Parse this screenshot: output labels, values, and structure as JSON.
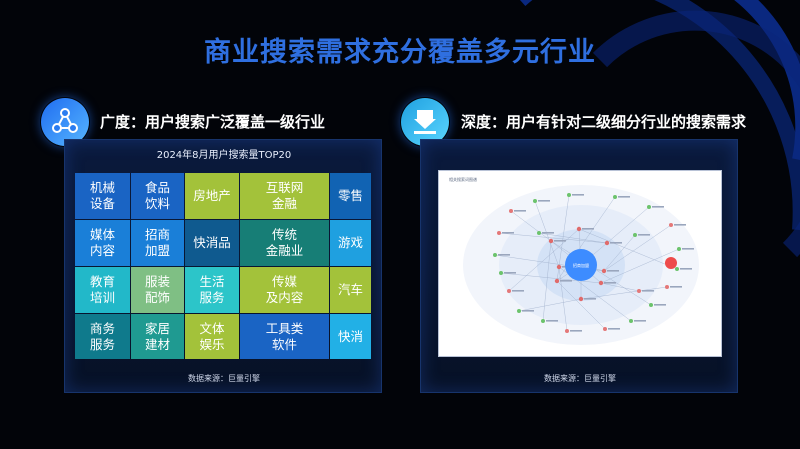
{
  "page": {
    "title": "商业搜索需求充分覆盖多元行业"
  },
  "colors": {
    "title": "#2f6fe0",
    "icon_gradient": [
      "#1f6cf0",
      "#56b6ff"
    ],
    "panel_border": "#17346c",
    "hub": "#3d8cff"
  },
  "left_section": {
    "icon": "share-network-icon",
    "heading": "广度：用户搜索广泛覆盖一级行业",
    "grid_title": "2024年8月用户搜索量TOP20",
    "source": "数据来源：巨量引擎",
    "cells": [
      {
        "label": "机械\n设备",
        "color": "#1a64c4"
      },
      {
        "label": "食品\n饮料",
        "color": "#1a64c4"
      },
      {
        "label": "房地产",
        "color": "#a3c23a"
      },
      {
        "label": "互联网\n金融",
        "color": "#a3c23a"
      },
      {
        "label": "零售",
        "color": "#1163b3"
      },
      {
        "label": "媒体\n内容",
        "color": "#1a7fd8"
      },
      {
        "label": "招商\n加盟",
        "color": "#1a7fd8"
      },
      {
        "label": "快消品",
        "color": "#0f5a8f"
      },
      {
        "label": "传统\n金融业",
        "color": "#177e76"
      },
      {
        "label": "游戏",
        "color": "#1fa0e0"
      },
      {
        "label": "教育\n培训",
        "color": "#22b8c9"
      },
      {
        "label": "服装\n配饰",
        "color": "#7fbf84"
      },
      {
        "label": "生活\n服务",
        "color": "#2cc5c9"
      },
      {
        "label": "传媒\n及内容",
        "color": "#a3c23a"
      },
      {
        "label": "汽车",
        "color": "#a3c23a"
      },
      {
        "label": "商务\n服务",
        "color": "#0f7a8c"
      },
      {
        "label": "家居\n建材",
        "color": "#1f9a91"
      },
      {
        "label": "文体\n娱乐",
        "color": "#a3c23a"
      },
      {
        "label": "工具类\n软件",
        "color": "#1a64c4"
      },
      {
        "label": "快消",
        "color": "#22b0e6"
      }
    ]
  },
  "right_section": {
    "icon": "download-icon",
    "heading": "深度：用户有针对二级细分行业的搜索需求",
    "source": "数据来源：巨量引擎",
    "screenshot_label": "相关搜索词图谱",
    "hub_label": "招商加盟"
  }
}
